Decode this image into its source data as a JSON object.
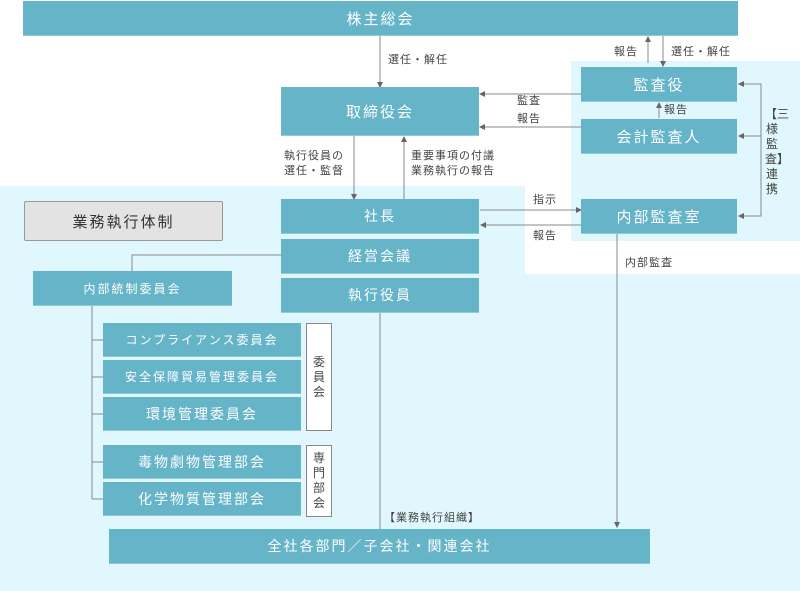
{
  "diagram": {
    "nodes": {
      "shareholders_meeting": "株主総会",
      "board_of_directors": "取締役会",
      "auditors": "監査役",
      "accounting_auditor": "会計監査人",
      "president": "社長",
      "management_meeting": "経営会議",
      "executive_officers": "執行役員",
      "internal_audit_office": "内部監査室",
      "business_execution_system": "業務執行体制",
      "internal_control_committee": "内部統制委員会",
      "compliance_committee": "コンプライアンス委員会",
      "security_trade_committee": "安全保障貿易管理委員会",
      "environment_committee": "環境管理委員会",
      "poison_subcommittee": "毒物劇物管理部会",
      "chemical_subcommittee": "化学物質管理部会",
      "all_departments": "全社各部門／子会社・関連会社"
    },
    "group_labels": {
      "committees": "委員会",
      "subcommittees": "専門部会",
      "three_way_audit": "【三様監査】連携",
      "business_org": "【業務執行組織】"
    },
    "edge_labels": {
      "appoint_dismiss_board": "選任・解任",
      "report_to_shareholders": "報告",
      "appoint_dismiss_auditors": "選任・解任",
      "audit": "監査",
      "report_auditor_to_board": "報告",
      "report_accounting_to_auditor": "報告",
      "exec_appoint_line1": "執行役員の",
      "exec_appoint_line2": "選任・監督",
      "important_matters_line1": "重要事項の付議",
      "important_matters_line2": "業務執行の報告",
      "instruction": "指示",
      "report_internal_audit": "報告",
      "internal_audit": "内部監査"
    }
  },
  "colors": {
    "box": "#65b4c8",
    "panel": "#dff7fd",
    "line": "#888888"
  }
}
